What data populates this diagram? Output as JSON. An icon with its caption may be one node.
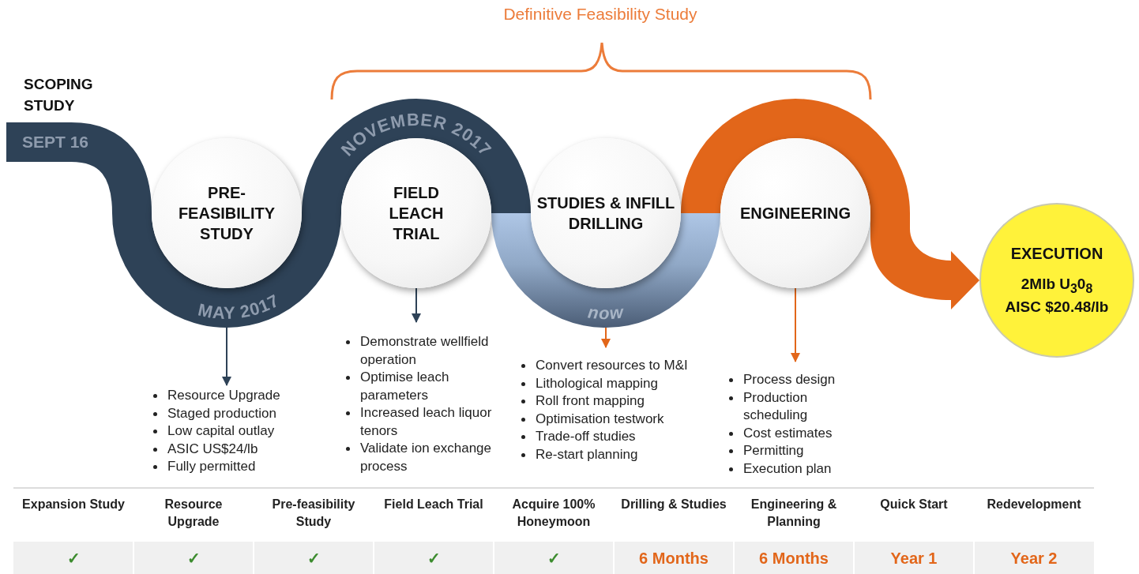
{
  "diagram": {
    "nodes": [
      {
        "text": [
          "PRE-FEASIBILITY STUDY"
        ]
      },
      {
        "text": [
          "Resource Upgrade",
          "Staged production",
          "Low capital outlay",
          "ASIC US$24/lb",
          "Fully permitted"
        ]
      },
      {
        "text": [
          "FIELD LEACH TRIAL"
        ]
      },
      {
        "text": [
          "Demonstrate wellfield operation",
          "Optimise leach parameters",
          "Increased leach liquor tenors",
          "Validate ion exchange process"
        ]
      },
      {
        "text": [
          "STUDIES & INFILL DRILLING"
        ]
      },
      {
        "text": [
          "Convert resources to M&I",
          "Lithological mapping",
          "Roll front mapping",
          "Optimisation testwork",
          "Trade-off studies",
          "Re-start planning"
        ]
      },
      {
        "text": [
          "ENGINEERING"
        ]
      },
      {
        "text": [
          "Process design",
          "Production scheduling",
          "Cost estimates",
          "Permitting",
          "Execution plan"
        ]
      },
      {
        "text": [
          "EXECUTION",
          "2Mlb U$_{3}$0$_{8}$",
          "AISC $20.48/lb"
        ]
      }
    ],
    "edges": [
      {
        "from": 0,
        "to": 1,
        "arrow": "to",
        "color": "#2e4257"
      },
      {
        "from": 2,
        "to": 3,
        "arrow": "to",
        "color": "#2e4257"
      },
      {
        "from": 4,
        "to": 5,
        "arrow": "to",
        "color": "#e2661a"
      },
      {
        "from": 6,
        "to": 7,
        "arrow": "to",
        "color": "#e2661a"
      },
      {
        "from": 6,
        "to": 8,
        "arrow": "to",
        "style": "thick",
        "color": "#e2661a"
      }
    ],
    "labels": [
      "Definitive Feasibility Study",
      "SCOPING STUDY",
      "SEPT 16",
      "NOVEMBER 2017",
      "MAY 2017",
      "now",
      "Expansion Study",
      "Resource Upgrade",
      "Pre-feasibility Study",
      "Field Leach Trial",
      "Acquire 100% Honeymoon",
      "Drilling & Studies",
      "Engineering & Planning",
      "Quick Start",
      "Redevelopment",
      "✓",
      "✓",
      "✓",
      "✓",
      "✓",
      "6 Months",
      "6 Months",
      "Year 1",
      "Year 2"
    ]
  }
}
